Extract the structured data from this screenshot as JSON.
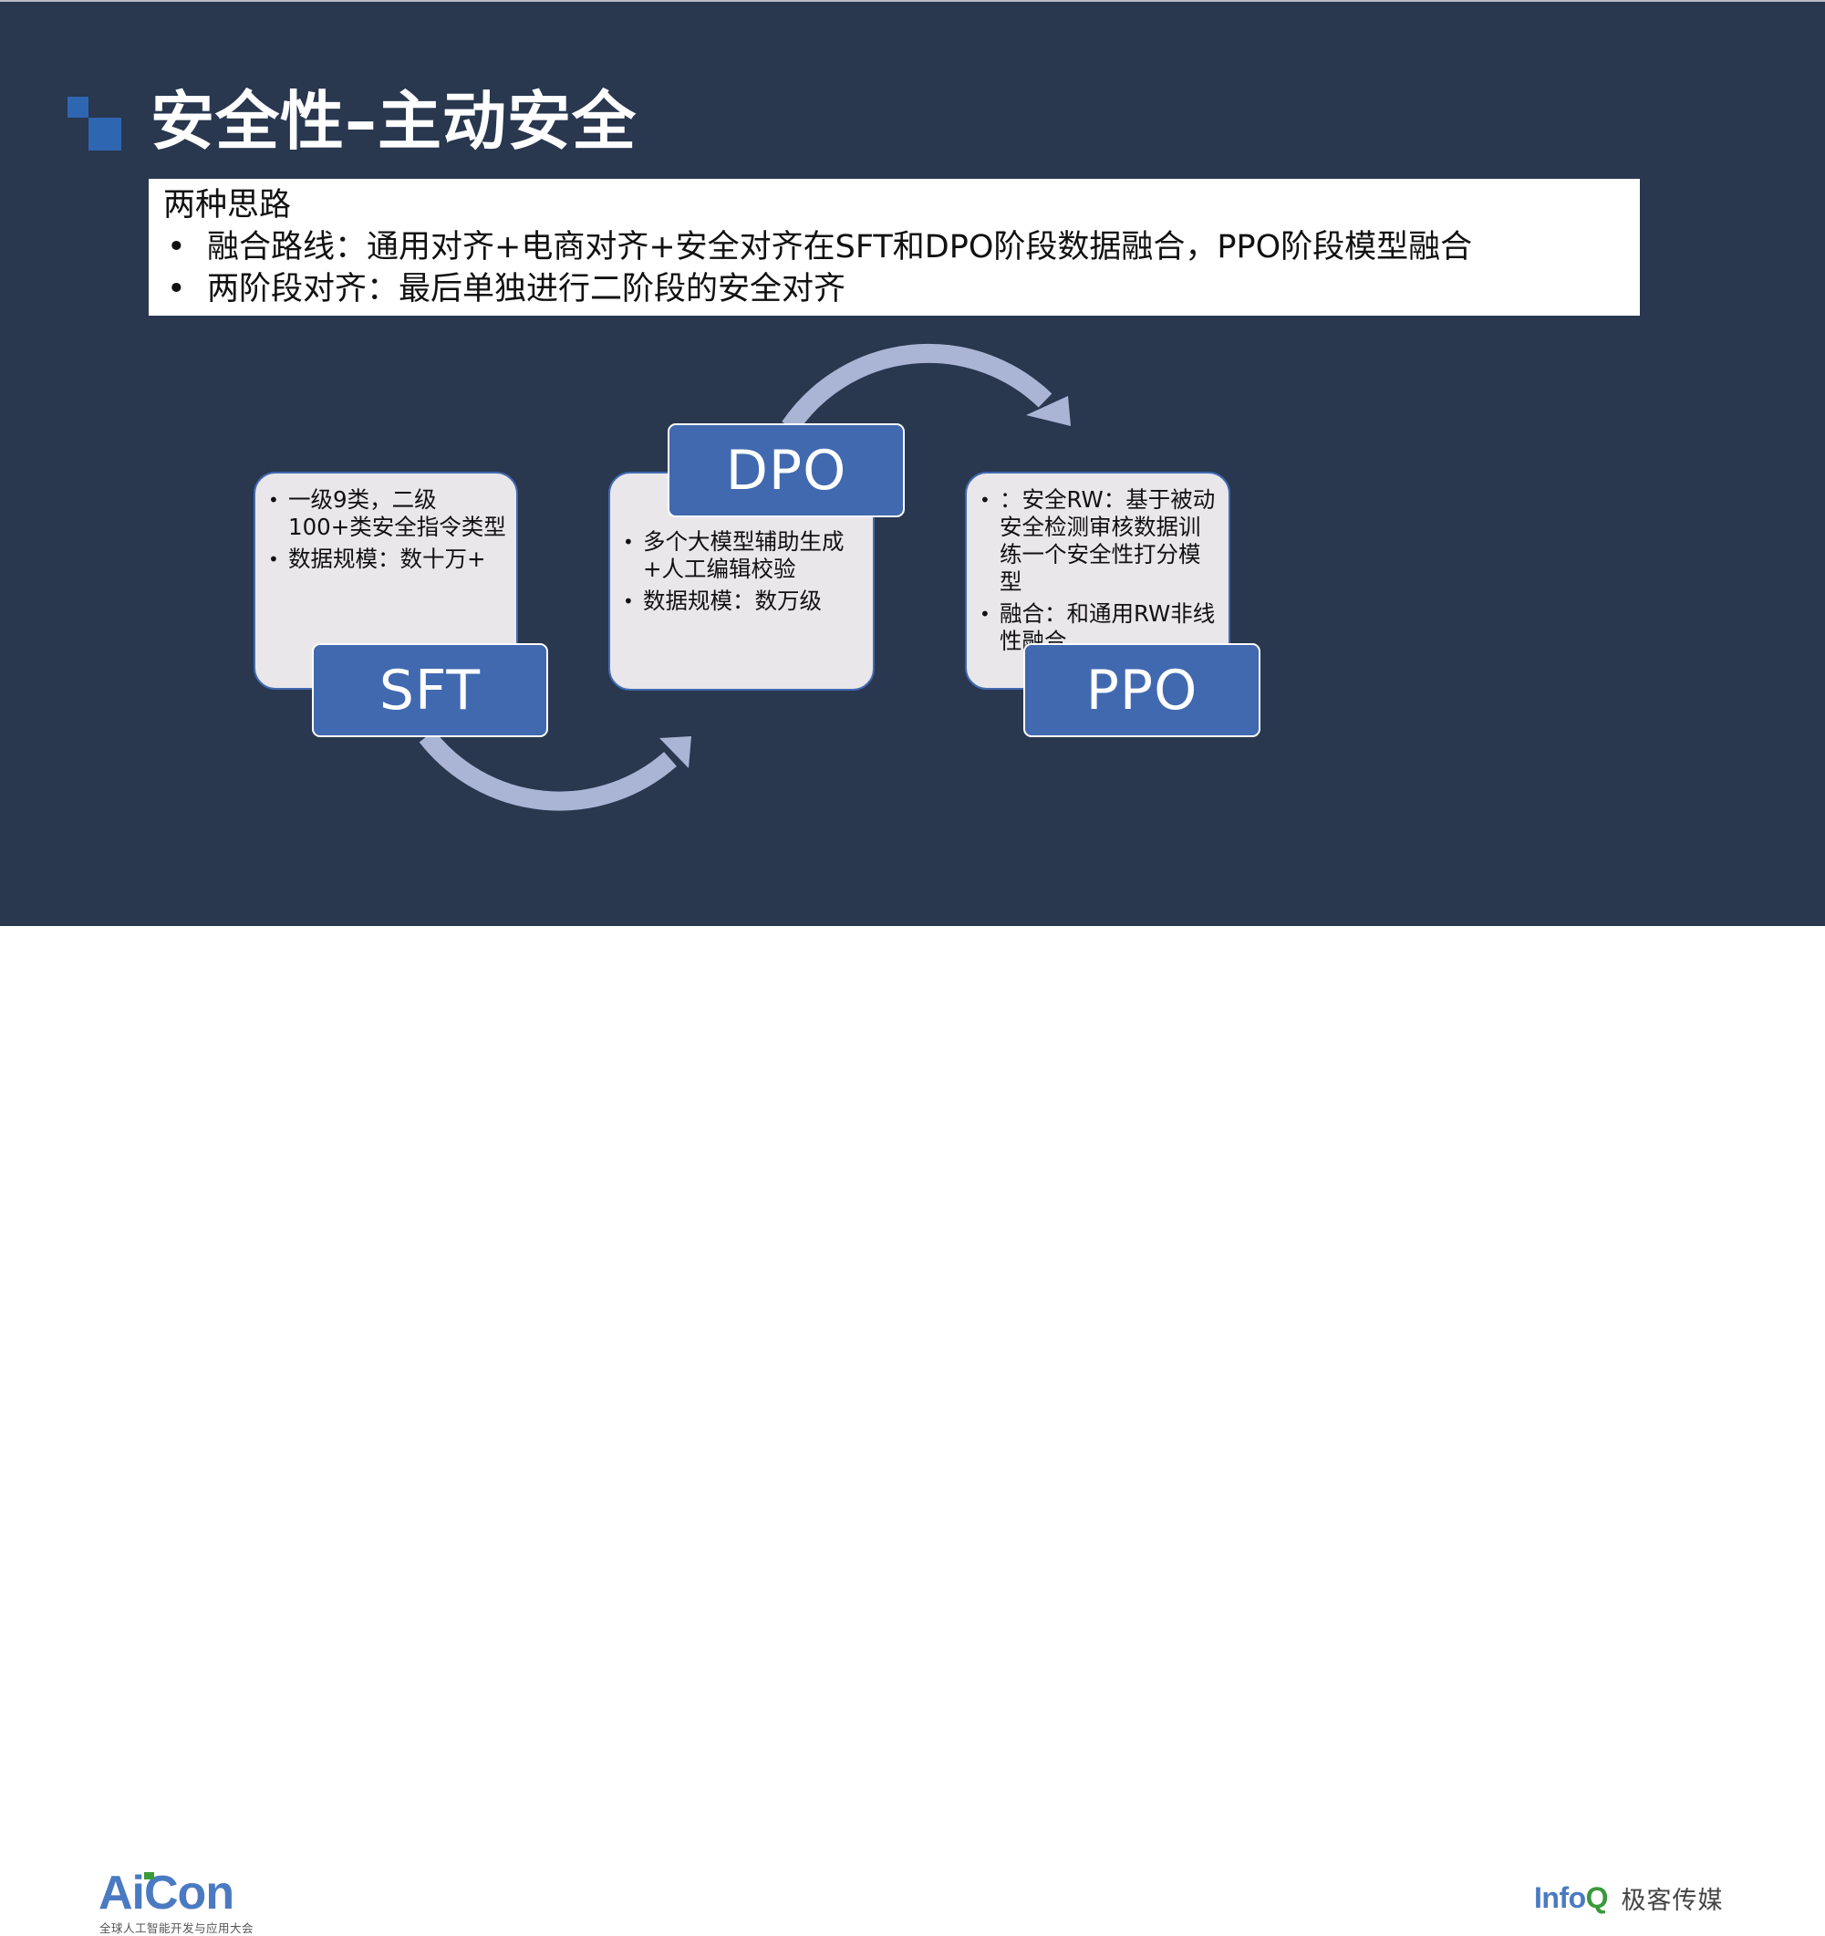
{
  "slide": {
    "title": "安全性–主动安全",
    "colors": {
      "background": "#29374f",
      "accent": "#2f66b1",
      "stage_fill": "#4169b0",
      "card_fill": "#e9e7ea",
      "arrow": "#aab5d6"
    },
    "intro": {
      "heading": "两种思路",
      "bullet_symbol": "•",
      "items": [
        "融合路线：通用对齐+电商对齐+安全对齐在SFT和DPO阶段数据融合，PPO阶段模型融合",
        "两阶段对齐：最后单独进行二阶段的安全对齐"
      ]
    },
    "stages": [
      {
        "name": "SFT",
        "bullets": [
          "一级9类，二级100+类安全指令类型",
          "数据规模：数十万+"
        ]
      },
      {
        "name": "DPO",
        "bullets": [
          "多个大模型辅助生成+人工编辑校验",
          "数据规模：数万级"
        ]
      },
      {
        "name": "PPO",
        "bullets": [
          "：安全RW：基于被动安全检测审核数据训练一个安全性打分模型",
          "融合：和通用RW非线性融合"
        ]
      }
    ]
  },
  "footer": {
    "left_logo": {
      "word": "AiCon",
      "subtitle": "全球人工智能开发与应用大会"
    },
    "right_logo": {
      "info": "Info",
      "q": "Q",
      "cn": "极客传媒"
    }
  }
}
